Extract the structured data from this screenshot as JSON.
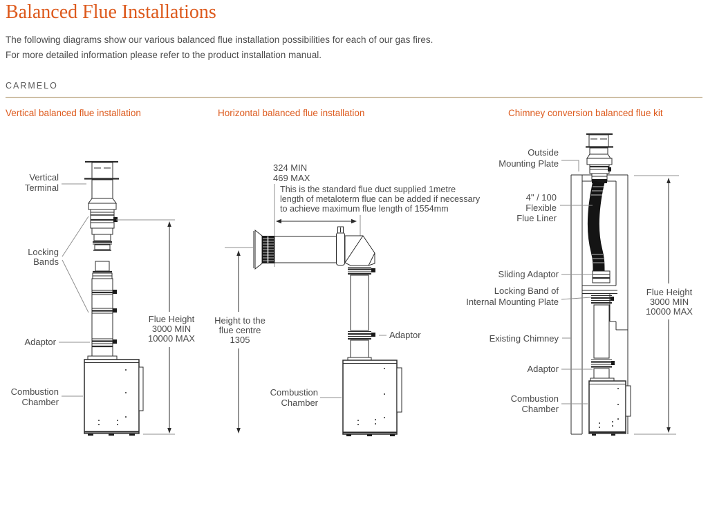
{
  "page": {
    "title": "Balanced Flue Installations",
    "intro_line1": "The following diagrams show our various balanced flue installation possibilities for each of our gas fires.",
    "intro_line2": "For more detailed information please refer to the product installation manual.",
    "product_name": "CARMELO"
  },
  "colors": {
    "accent": "#DD5A1D",
    "label_text": "#4A4A4A",
    "divider": "#CFC0A6",
    "drawing_line": "#2B2B2B"
  },
  "diagrams": {
    "vertical": {
      "heading": "Vertical balanced flue installation",
      "labels": {
        "vertical_terminal": [
          "Vertical",
          "Terminal"
        ],
        "locking_bands": [
          "Locking",
          "Bands"
        ],
        "adaptor": "Adaptor",
        "combustion_chamber": [
          "Combustion",
          "Chamber"
        ],
        "flue_height": [
          "Flue Height",
          "3000 MIN",
          "10000 MAX"
        ]
      }
    },
    "horizontal": {
      "heading": "Horizontal balanced flue installation",
      "labels": {
        "dim_min": "324 MIN",
        "dim_max": "469 MAX",
        "note": [
          "This is the standard flue duct supplied 1metre",
          "length of metaloterm flue can be added if necessary",
          "to achieve maximum flue length of 1554mm"
        ],
        "height_centre": [
          "Height to the",
          "flue centre",
          "1305"
        ],
        "adaptor": "Adaptor",
        "combustion_chamber": [
          "Combustion",
          "Chamber"
        ]
      }
    },
    "chimney": {
      "heading": "Chimney conversion balanced flue kit",
      "labels": {
        "outside_plate": [
          "Outside",
          "Mounting Plate"
        ],
        "flexible_liner": [
          "4\" / 100",
          "Flexible",
          "Flue Liner"
        ],
        "sliding_adaptor": "Sliding Adaptor",
        "locking_band": [
          "Locking Band of",
          "Internal Mounting Plate"
        ],
        "existing_chimney": "Existing Chimney",
        "adaptor": "Adaptor",
        "combustion_chamber": [
          "Combustion",
          "Chamber"
        ],
        "flue_height": [
          "Flue Height",
          "3000 MIN",
          "10000 MAX"
        ]
      }
    }
  }
}
